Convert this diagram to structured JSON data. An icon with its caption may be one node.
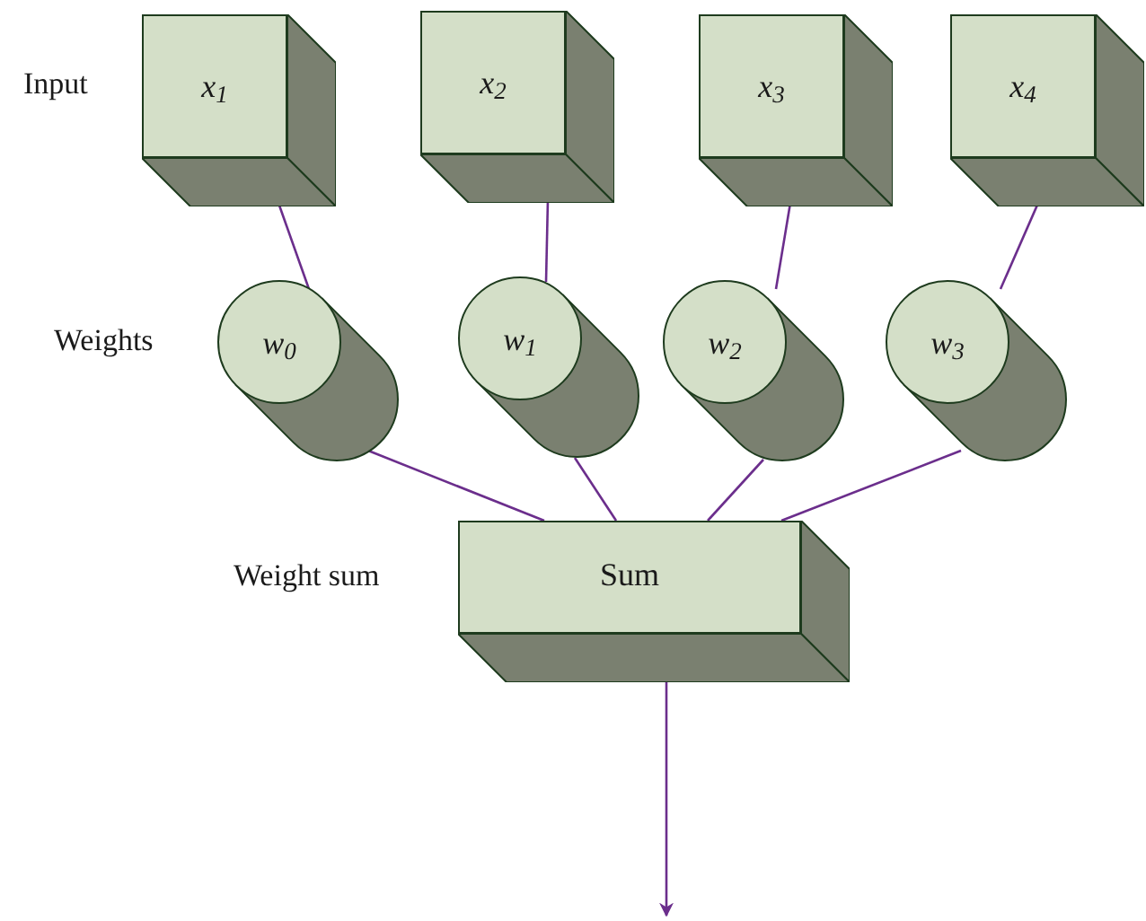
{
  "diagram": {
    "nodes": [
      {
        "text": [
          "x$_{1}$"
        ]
      },
      {
        "text": [
          "x$_{2}$"
        ]
      },
      {
        "text": [
          "x$_{3}$"
        ]
      },
      {
        "text": [
          "x$_{4}$"
        ]
      },
      {
        "text": [
          "w$_{0}$"
        ]
      },
      {
        "text": [
          "w$_{1}$"
        ]
      },
      {
        "text": [
          "w$_{2}$"
        ]
      },
      {
        "text": [
          "w$_{3}$"
        ]
      },
      {
        "text": [
          "Sum"
        ]
      }
    ],
    "edges": [
      {
        "from": 0,
        "to": 4,
        "arrow": "none"
      },
      {
        "from": 1,
        "to": 5,
        "arrow": "none"
      },
      {
        "from": 2,
        "to": 6,
        "arrow": "none"
      },
      {
        "from": 3,
        "to": 7,
        "arrow": "none"
      },
      {
        "from": 4,
        "to": 8,
        "arrow": "none"
      },
      {
        "from": 5,
        "to": 8,
        "arrow": "none"
      },
      {
        "from": 6,
        "to": 8,
        "arrow": "none"
      },
      {
        "from": 7,
        "to": 8,
        "arrow": "none"
      },
      {
        "from": 8,
        "to": null,
        "arrow": "to"
      }
    ],
    "labels": [
      "Input",
      "Weights",
      "Weight sum"
    ]
  }
}
